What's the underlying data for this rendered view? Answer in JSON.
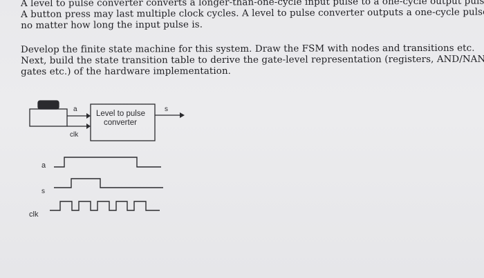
{
  "problem": {
    "paragraph1": [
      "A level to pulse converter converts a longer-than-one-cycle input pulse to a one-cycle output pulse.",
      "A button press may last multiple clock cycles. A level to pulse converter outputs a one-cycle pulse",
      "no matter how long the input pulse is."
    ],
    "paragraph2": [
      "Develop the finite state machine for this system. Draw the FSM with nodes and transitions etc.",
      "Next, build the state transition table to derive the gate-level representation (registers, AND/NAND",
      "gates etc.) of the hardware implementation."
    ]
  },
  "block_diagram": {
    "input_label": "a",
    "clock_label": "clk",
    "box_label_line1": "Level to pulse",
    "box_label_line2": "converter",
    "output_label": "s"
  },
  "timing_diagram": {
    "signals": [
      {
        "label": "a"
      },
      {
        "label": "s"
      },
      {
        "label": "clk"
      }
    ]
  }
}
